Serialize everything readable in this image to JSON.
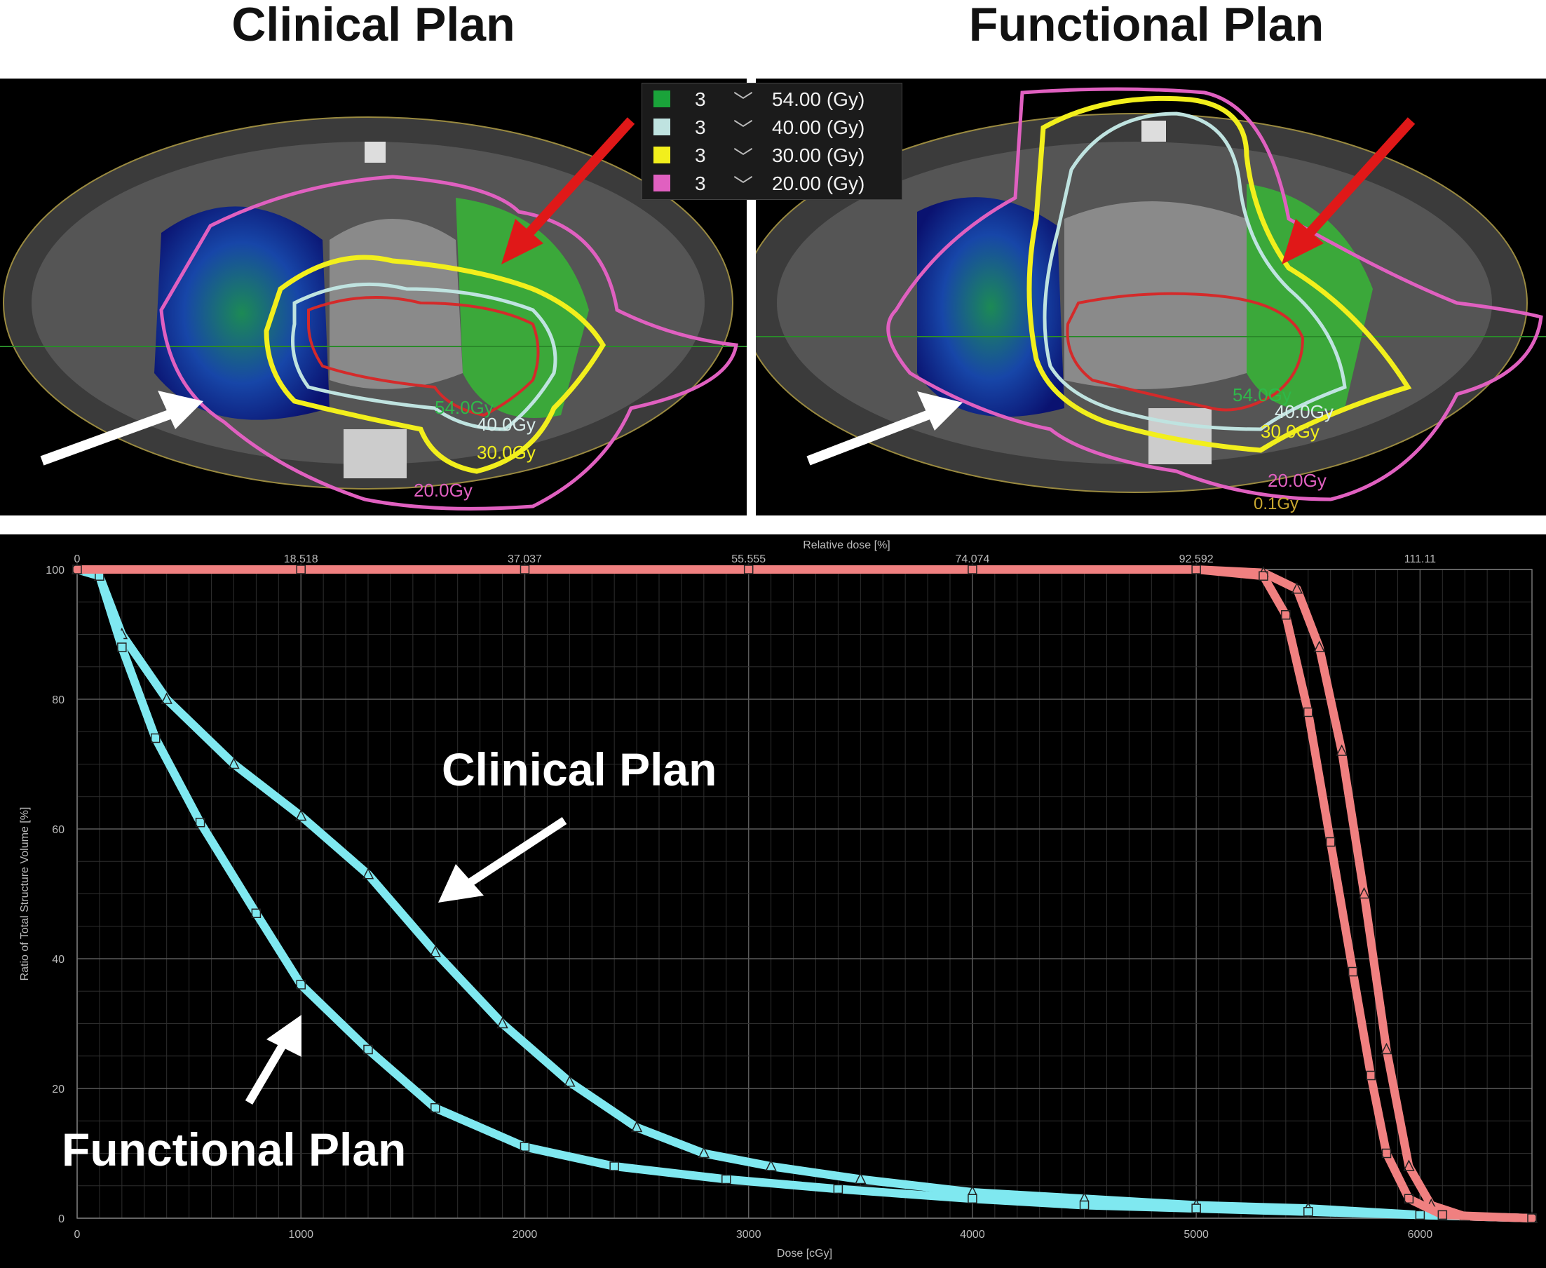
{
  "panels": {
    "left_title": "Clinical Plan",
    "right_title": "Functional Plan"
  },
  "isodose_legend": [
    {
      "count": "3",
      "value": "54.00 (Gy)",
      "color": "#1aa33a"
    },
    {
      "count": "3",
      "value": "40.00 (Gy)",
      "color": "#bfe3e0"
    },
    {
      "count": "3",
      "value": "30.00 (Gy)",
      "color": "#f2ef1c"
    },
    {
      "count": "3",
      "value": "20.00 (Gy)",
      "color": "#e060c0"
    }
  ],
  "isodose_labels": {
    "left": [
      "54.0Gy",
      "40.0Gy",
      "30.0Gy",
      "20.0Gy"
    ],
    "right": [
      "54.0Gy",
      "40.0Gy",
      "30.0Gy",
      "20.0Gy",
      "0.1Gy"
    ]
  },
  "chart_data": {
    "type": "line",
    "xlabel": "Dose [cGy]",
    "ylabel": "Ratio of Total Structure Volume [%]",
    "x2label": "Relative dose [%]",
    "xlim": [
      0,
      6500
    ],
    "ylim": [
      0,
      100
    ],
    "xticks": [
      0,
      1000,
      2000,
      3000,
      4000,
      5000,
      6000
    ],
    "yticks": [
      0,
      20,
      40,
      60,
      80,
      100
    ],
    "x2ticks": [
      "0",
      "18.518",
      "37.037",
      "55.555",
      "74.074",
      "92.592",
      "111.11"
    ],
    "grid": true,
    "series": [
      {
        "color": "#7fe8f0",
        "marker": "triangle",
        "x": [
          0,
          100,
          200,
          400,
          700,
          1000,
          1300,
          1600,
          1900,
          2200,
          2500,
          2800,
          3100,
          3500,
          4000,
          4500,
          5000,
          5500,
          6000,
          6500
        ],
        "y": [
          100,
          99,
          90,
          80,
          70,
          62,
          53,
          41,
          30,
          21,
          14,
          10,
          8,
          6,
          4,
          3,
          2,
          1.5,
          0.5,
          0
        ]
      },
      {
        "color": "#7fe8f0",
        "marker": "square",
        "x": [
          0,
          100,
          200,
          350,
          550,
          800,
          1000,
          1300,
          1600,
          2000,
          2400,
          2900,
          3400,
          4000,
          4500,
          5000,
          5500,
          6000,
          6500
        ],
        "y": [
          100,
          99,
          88,
          74,
          61,
          47,
          36,
          26,
          17,
          11,
          8,
          6,
          4.5,
          3,
          2,
          1.5,
          1,
          0.5,
          0
        ]
      },
      {
        "color": "#f08080",
        "marker": "triangle",
        "x": [
          0,
          1000,
          2000,
          3000,
          4000,
          5000,
          5300,
          5450,
          5550,
          5650,
          5750,
          5850,
          5950,
          6050,
          6200,
          6500
        ],
        "y": [
          100,
          100,
          100,
          100,
          100,
          100,
          99.5,
          97,
          88,
          72,
          50,
          26,
          8,
          2,
          0.3,
          0
        ]
      },
      {
        "color": "#f08080",
        "marker": "square",
        "x": [
          0,
          1000,
          2000,
          3000,
          4000,
          5000,
          5300,
          5400,
          5500,
          5600,
          5700,
          5780,
          5850,
          5950,
          6100,
          6500
        ],
        "y": [
          100,
          100,
          100,
          100,
          100,
          100,
          99,
          93,
          78,
          58,
          38,
          22,
          10,
          3,
          0.5,
          0
        ]
      }
    ],
    "annotations": [
      "Clinical Plan",
      "Functional Plan"
    ]
  }
}
